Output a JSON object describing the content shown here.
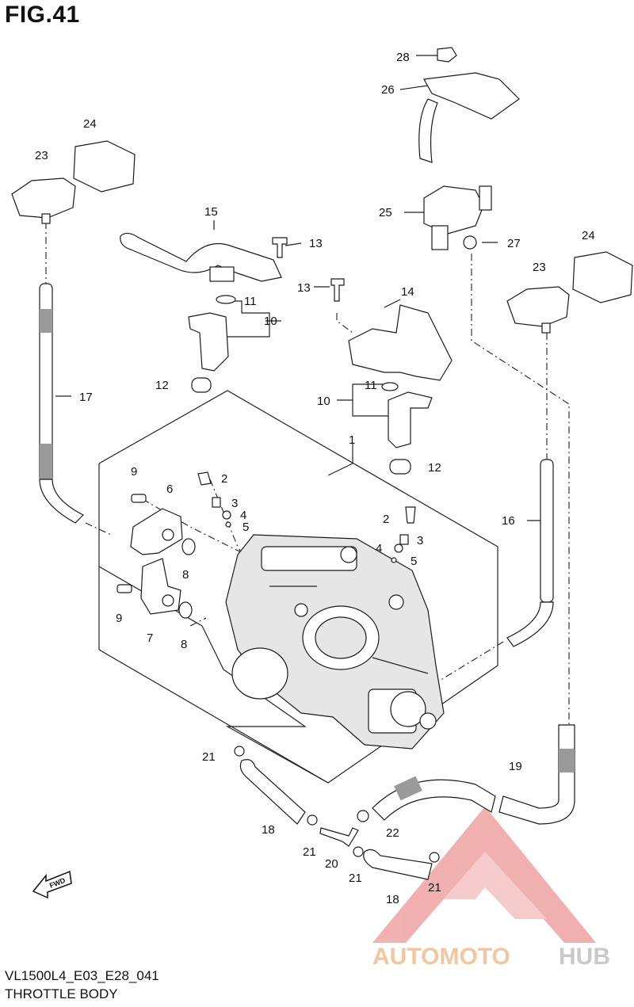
{
  "figure": {
    "title": "FIG.41",
    "code": "VL1500L4_E03_E28_041",
    "caption": "THROTTLE BODY",
    "direction_label": "FWD"
  },
  "callouts": {
    "c1": "1",
    "c2a": "2",
    "c2b": "2",
    "c3a": "3",
    "c3b": "3",
    "c4a": "4",
    "c4b": "4",
    "c5a": "5",
    "c5b": "5",
    "c6": "6",
    "c7": "7",
    "c8a": "8",
    "c8b": "8",
    "c9a": "9",
    "c9b": "9",
    "c10a": "10",
    "c10b": "10",
    "c11a": "11",
    "c11b": "11",
    "c12a": "12",
    "c12b": "12",
    "c13a": "13",
    "c13b": "13",
    "c14": "14",
    "c15": "15",
    "c16": "16",
    "c17": "17",
    "c18a": "18",
    "c18b": "18",
    "c19": "19",
    "c20": "20",
    "c21a": "21",
    "c21b": "21",
    "c21c": "21",
    "c21d": "21",
    "c22": "22",
    "c23a": "23",
    "c23b": "23",
    "c24a": "24",
    "c24b": "24",
    "c25": "25",
    "c26": "26",
    "c27": "27",
    "c28": "28"
  },
  "watermark": {
    "part1": "AUTOMOTO",
    "part2": "HUB",
    "color1": "#f2c7a0",
    "color2": "#c9c9c9",
    "triangle_color": "#f0a8a8"
  }
}
